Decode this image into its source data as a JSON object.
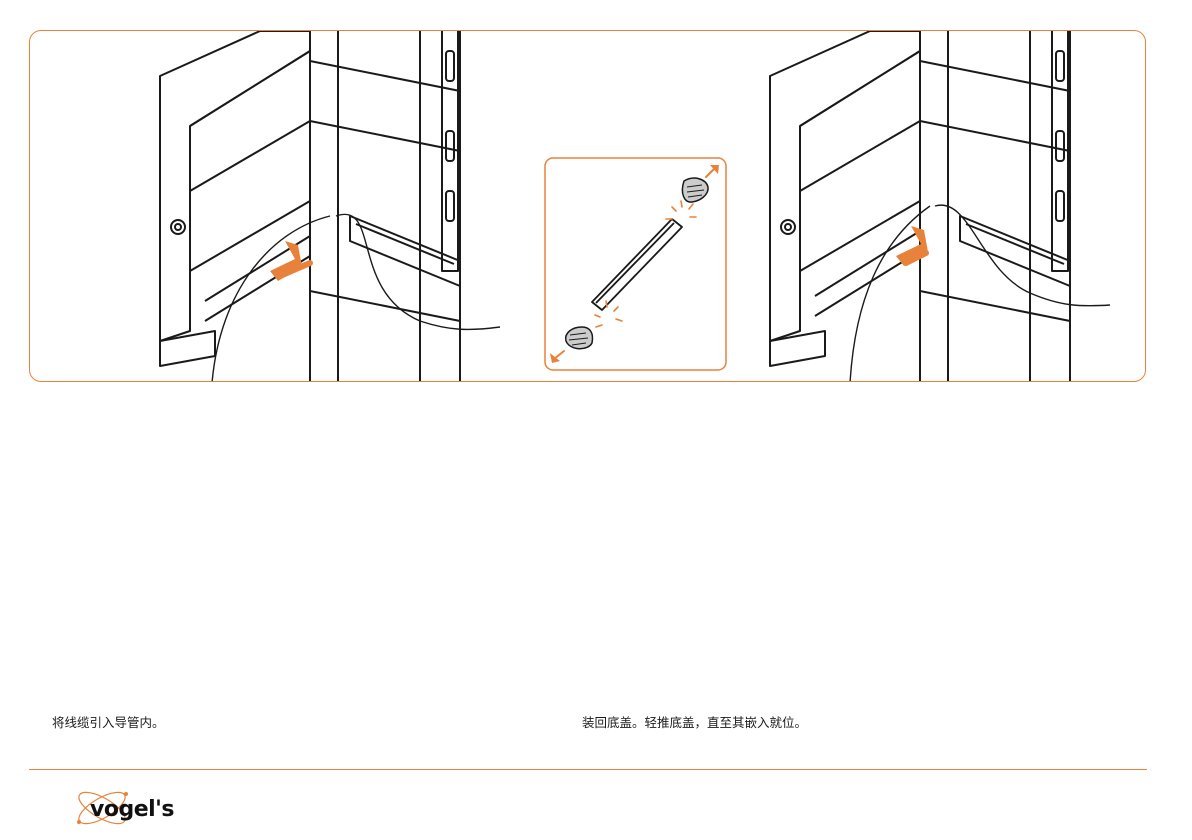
{
  "page": {
    "captions": {
      "left": "将线缆引入导管内。",
      "right": "装回底盖。轻推底盖，直至其嵌入就位。"
    },
    "brand": {
      "name": "vogel's",
      "accent_color": "#e8823a"
    },
    "icons": {
      "push_arrow": "up-right-arrow-icon",
      "snap_burst": "snap-burst-icon"
    }
  }
}
